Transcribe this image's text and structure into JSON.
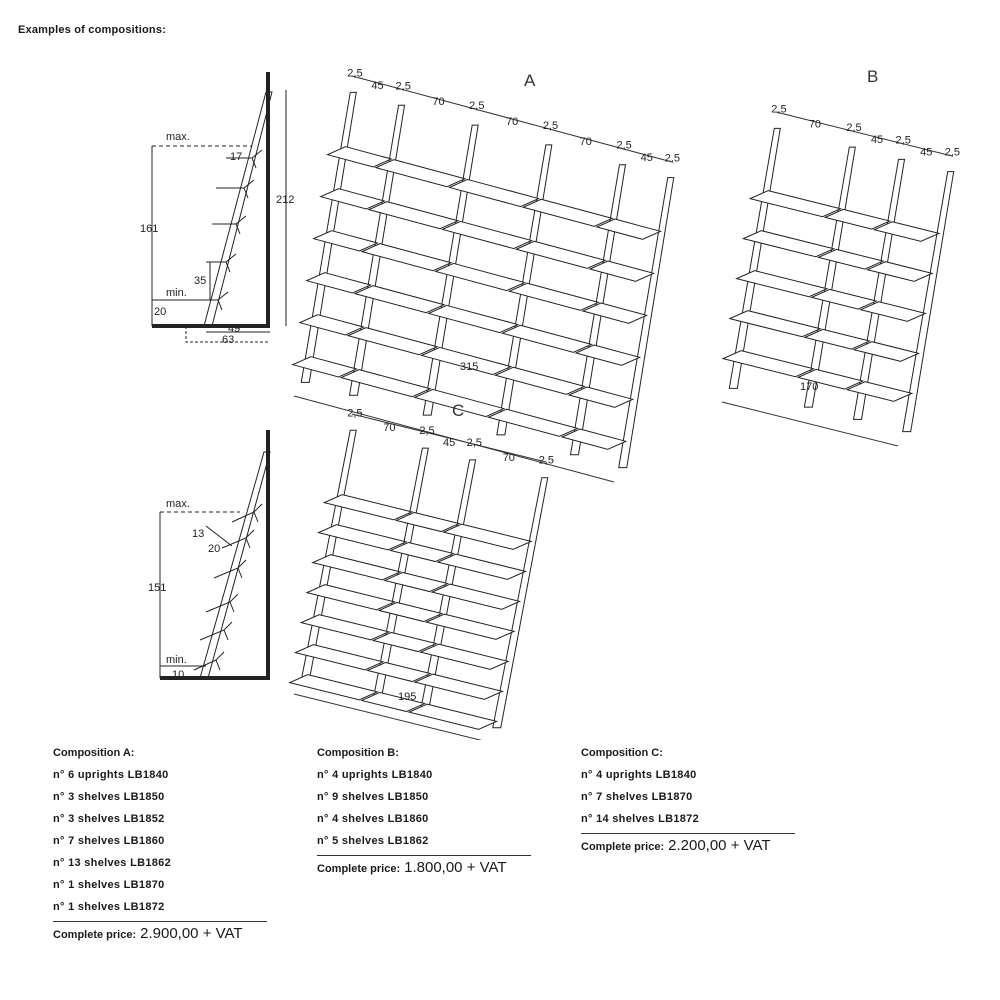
{
  "page_title": "Examples of compositions:",
  "drawings": {
    "A": {
      "letter": "A",
      "top_widths": [
        "2,5",
        "45",
        "2,5",
        "70",
        "2,5",
        "70",
        "2,5",
        "70",
        "2,5",
        "45",
        "2,5"
      ],
      "total": "315"
    },
    "B": {
      "letter": "B",
      "top_widths": [
        "2,5",
        "70",
        "2,5",
        "45",
        "2,5",
        "45",
        "2,5"
      ],
      "total": "170"
    },
    "C": {
      "letter": "C",
      "top_widths": [
        "2,5",
        "70",
        "2,5",
        "45",
        "2,5",
        "70",
        "2,5"
      ],
      "total": "195"
    }
  },
  "side_profile_1": {
    "max": "max.",
    "min": "min.",
    "range": "161",
    "height": "212",
    "top_offset": "17",
    "spacing": "35",
    "base": "20",
    "depth_inner": "49",
    "depth_outer": "63"
  },
  "side_profile_2": {
    "max": "max.",
    "min": "min.",
    "range": "151",
    "offset_a": "13",
    "offset_b": "20",
    "base": "10"
  },
  "compositions": [
    {
      "title": "Composition A:",
      "items": [
        "n° 6 uprights LB1840",
        "n° 3 shelves LB1850",
        "n° 3 shelves LB1852",
        "n° 7 shelves LB1860",
        "n° 13 shelves LB1862",
        "n° 1 shelves LB1870",
        "n° 1 shelves LB1872"
      ],
      "price_label": "Complete price:",
      "price": "2.900,00 + VAT"
    },
    {
      "title": "Composition B:",
      "items": [
        "n° 4 uprights LB1840",
        "n° 9 shelves LB1850",
        "n° 4 shelves LB1860",
        "n° 5 shelves LB1862"
      ],
      "price_label": "Complete price:",
      "price": "1.800,00 + VAT"
    },
    {
      "title": "Composition C:",
      "items": [
        "n° 4 uprights LB1840",
        "n° 7 shelves LB1870",
        "n° 14 shelves LB1872"
      ],
      "price_label": "Complete price:",
      "price": "2.200,00 + VAT"
    }
  ]
}
